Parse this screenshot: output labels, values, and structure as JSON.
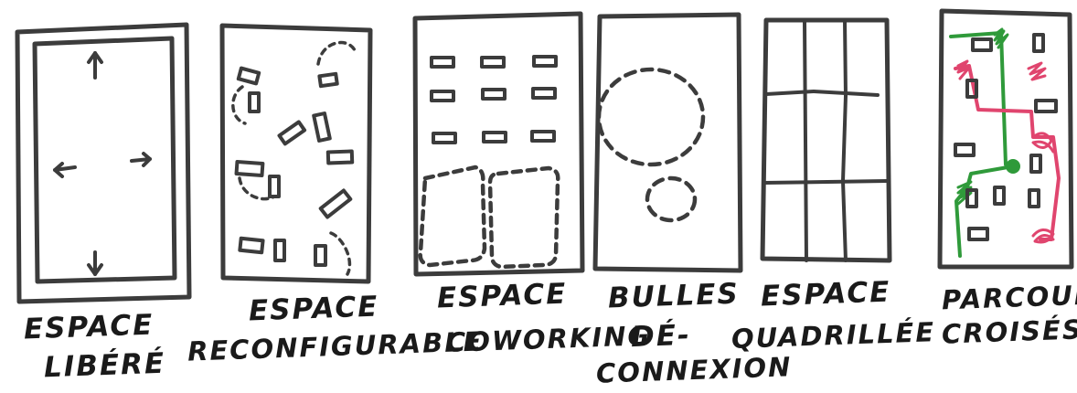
{
  "panels": [
    {
      "id": "espace-libere",
      "label_lines": [
        "ESPACE",
        "LIBÉRÉ"
      ]
    },
    {
      "id": "espace-reconfigurable",
      "label_lines": [
        "ESPACE",
        "RECONFIGURABLE"
      ]
    },
    {
      "id": "espace-coworking",
      "label_lines": [
        "ESPACE",
        "COWORKING"
      ]
    },
    {
      "id": "bulles-deconnexion",
      "label_lines": [
        "BULLES",
        "DÉ-",
        "CONNEXION"
      ]
    },
    {
      "id": "espace-quadrillee",
      "label_lines": [
        "ESPACE",
        "QUADRILLÉE"
      ]
    },
    {
      "id": "parcours-croises",
      "label_lines": [
        "PARCOURS",
        "CROISÉS"
      ]
    }
  ],
  "colors": {
    "ink": "#3c3c3c",
    "green": "#2f9a3a",
    "pink": "#e0456e"
  }
}
